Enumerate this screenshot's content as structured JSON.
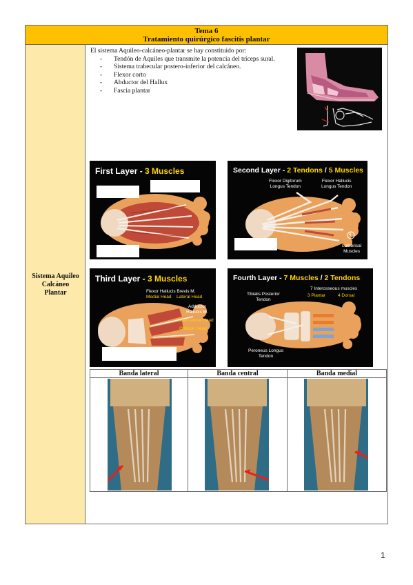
{
  "header": {
    "topic": "Tema 6",
    "title": "Tratamiento quirúrgico fascitis plantar"
  },
  "sidebar": {
    "label_line1": "Sistema Aquileo",
    "label_line2": "Calcáneo",
    "label_line3": "Plantar"
  },
  "intro": {
    "lead": "El sistema Aquileo-calcáneo-plantar se hay constituido por:",
    "items": [
      "Tendón de Aquiles que transmite la potencia del tríceps sural.",
      "Sistema trabecular postero-inferior del calcáneo.",
      "Flexor corto",
      "Abductor del Hallux",
      "Fascia plantar"
    ]
  },
  "layers": {
    "first": {
      "title_a": "First Layer - ",
      "title_b": "3 Muscles"
    },
    "second": {
      "title_a": "Second Layer - ",
      "title_b": "2 Tendons",
      "title_c": " / ",
      "title_d": "5 Muscles",
      "labels": [
        "Flexor Digitorum",
        "Longus Tendon",
        "Flexor Hallucis",
        "Longus Tendon",
        "4",
        "Lumbrical",
        "Muscles"
      ]
    },
    "third": {
      "title_a": "Third Layer - ",
      "title_b": "3 Muscles",
      "labels": [
        "Flexor Hallucis Brevis M.",
        "Medial Head",
        "Lateral Head",
        "Adductor",
        "Hallucis M.",
        "Transverse Head",
        "Oblique Head"
      ]
    },
    "fourth": {
      "title_a": "Fourth Layer - ",
      "title_b": "7 Muscles",
      "title_c": " / ",
      "title_d": "2 Tendons",
      "labels": [
        "Tibialis Posterior",
        "Tendon",
        "7 Interosseous muscles",
        "3 Plantar",
        "4 Dorsal",
        "Peroneus Longus",
        "Tendon"
      ]
    }
  },
  "bands": {
    "lateral": "Banda lateral",
    "central": "Banda central",
    "medial": "Banda medial"
  },
  "page_number": "1",
  "colors": {
    "header_bg": "#ffc000",
    "sidebar_bg": "#fde9a9",
    "layer_highlight": "#ffd400",
    "arrow": "#e8201c"
  }
}
